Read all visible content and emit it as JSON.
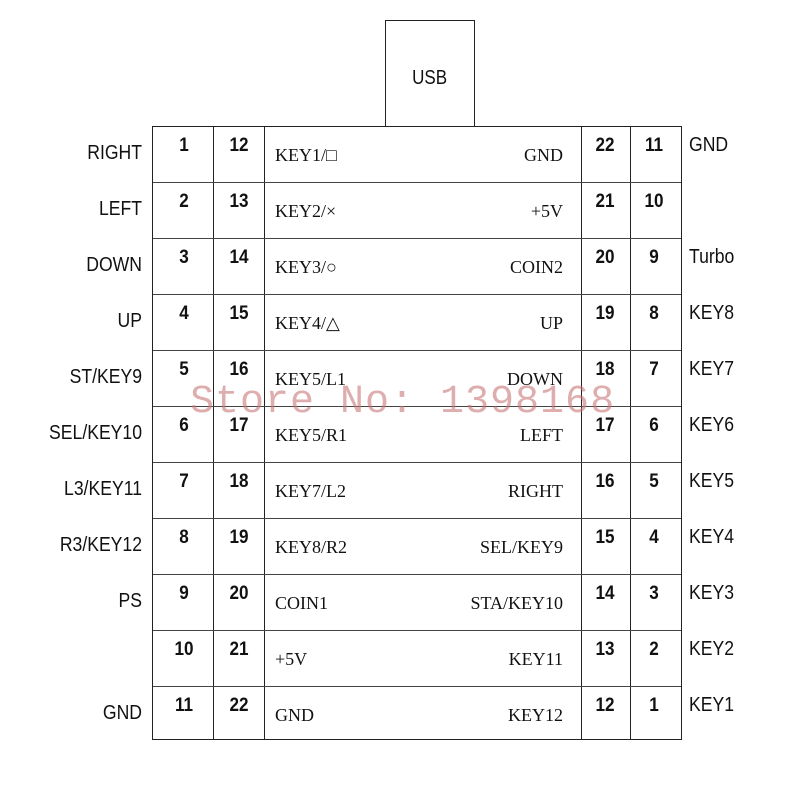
{
  "usb": {
    "label": "USB"
  },
  "watermark": "Store No: 1398168",
  "rows": [
    {
      "left_label": "RIGHT",
      "a": "1",
      "b": "12",
      "mid_left": "KEY1/□",
      "mid_right": "GND",
      "c": "22",
      "d": "11",
      "right_label": "GND"
    },
    {
      "left_label": "LEFT",
      "a": "2",
      "b": "13",
      "mid_left": "KEY2/×",
      "mid_right": "+5V",
      "c": "21",
      "d": "10",
      "right_label": ""
    },
    {
      "left_label": "DOWN",
      "a": "3",
      "b": "14",
      "mid_left": "KEY3/○",
      "mid_right": "COIN2",
      "c": "20",
      "d": "9",
      "right_label": "Turbo"
    },
    {
      "left_label": "UP",
      "a": "4",
      "b": "15",
      "mid_left": "KEY4/△",
      "mid_right": "UP",
      "c": "19",
      "d": "8",
      "right_label": "KEY8"
    },
    {
      "left_label": "ST/KEY9",
      "a": "5",
      "b": "16",
      "mid_left": "KEY5/L1",
      "mid_right": "DOWN",
      "c": "18",
      "d": "7",
      "right_label": "KEY7"
    },
    {
      "left_label": "SEL/KEY10",
      "a": "6",
      "b": "17",
      "mid_left": "KEY5/R1",
      "mid_right": "LEFT",
      "c": "17",
      "d": "6",
      "right_label": "KEY6"
    },
    {
      "left_label": "L3/KEY11",
      "a": "7",
      "b": "18",
      "mid_left": "KEY7/L2",
      "mid_right": "RIGHT",
      "c": "16",
      "d": "5",
      "right_label": "KEY5"
    },
    {
      "left_label": "R3/KEY12",
      "a": "8",
      "b": "19",
      "mid_left": "KEY8/R2",
      "mid_right": "SEL/KEY9",
      "c": "15",
      "d": "4",
      "right_label": "KEY4"
    },
    {
      "left_label": "PS",
      "a": "9",
      "b": "20",
      "mid_left": "COIN1",
      "mid_right": "STA/KEY10",
      "c": "14",
      "d": "3",
      "right_label": "KEY3"
    },
    {
      "left_label": "",
      "a": "10",
      "b": "21",
      "mid_left": "+5V",
      "mid_right": "KEY11",
      "c": "13",
      "d": "2",
      "right_label": "KEY2"
    },
    {
      "left_label": "GND",
      "a": "11",
      "b": "22",
      "mid_left": "GND",
      "mid_right": "KEY12",
      "c": "12",
      "d": "1",
      "right_label": "KEY1"
    }
  ]
}
